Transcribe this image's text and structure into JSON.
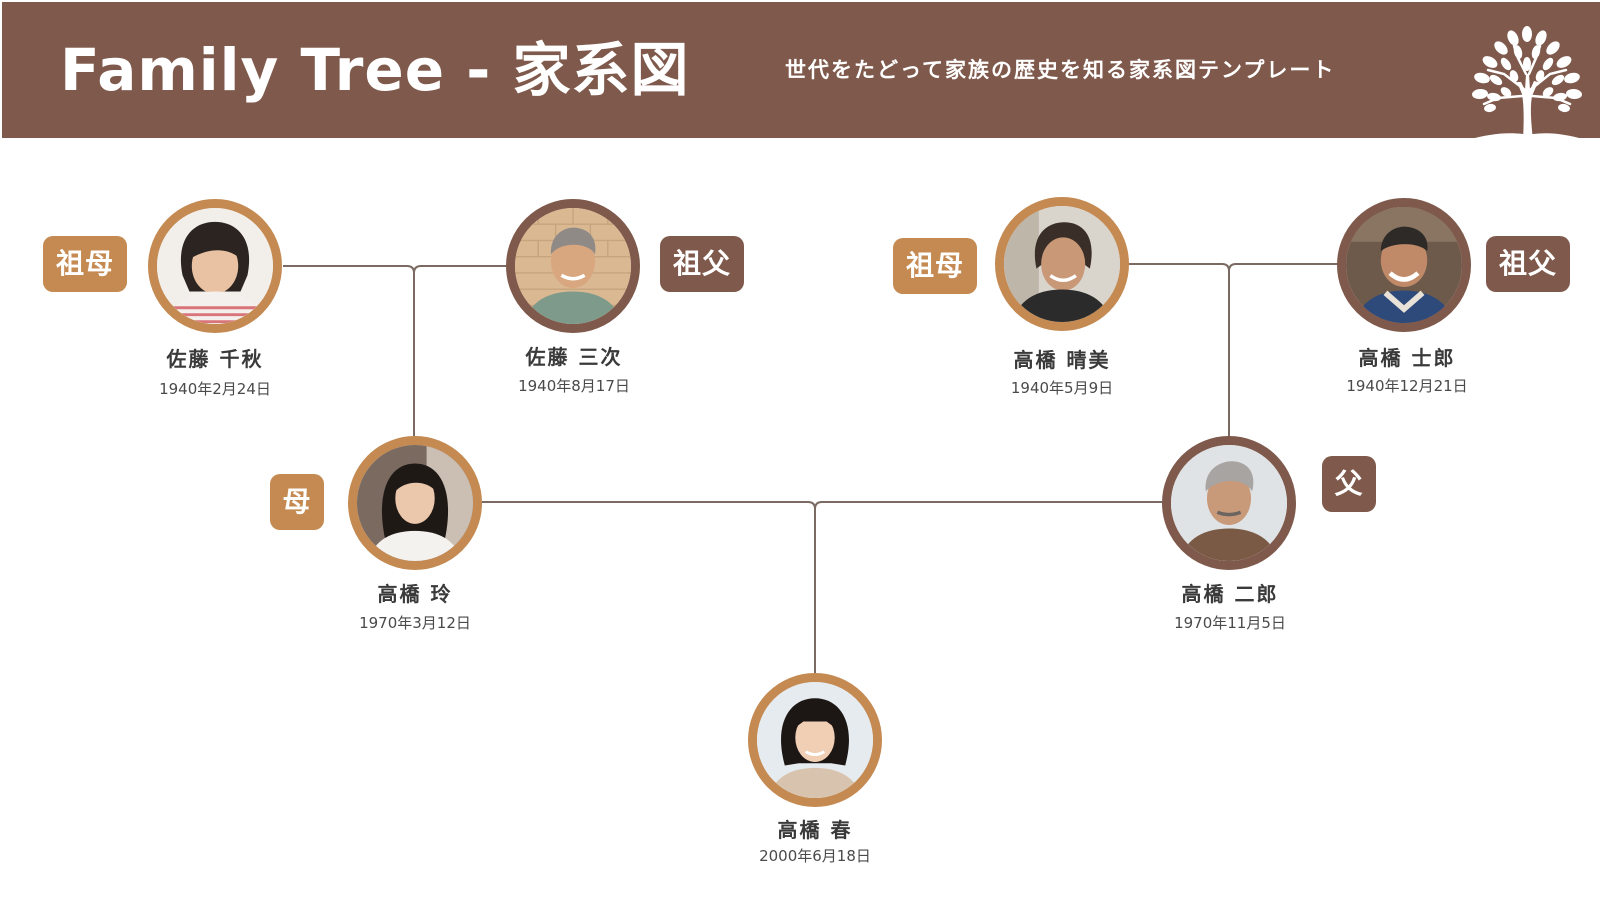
{
  "header": {
    "title": "Family Tree - 家系図",
    "subtitle": "世代をたどって家族の歴史を知る家系図テンプレート",
    "logo_icon": "tree-icon",
    "background_color": "#7f5a4c"
  },
  "colors": {
    "accent_light": "#c48a52",
    "accent_dark": "#7f5a4c",
    "connector": "#7a6a62"
  },
  "people": {
    "sato_chiaki": {
      "role": "祖母",
      "name": "佐藤 千秋",
      "birth": "1940年2月24日"
    },
    "sato_sanji": {
      "role": "祖父",
      "name": "佐藤 三次",
      "birth": "1940年8月17日"
    },
    "takahashi_harumi": {
      "role": "祖母",
      "name": "高橋 晴美",
      "birth": "1940年5月9日"
    },
    "takahashi_shiro": {
      "role": "祖父",
      "name": "高橋 士郎",
      "birth": "1940年12月21日"
    },
    "takahashi_rei": {
      "role": "母",
      "name": "高橋 玲",
      "birth": "1970年3月12日"
    },
    "takahashi_jiro": {
      "role": "父",
      "name": "高橋 二郎",
      "birth": "1970年11月5日"
    },
    "takahashi_haru": {
      "name": "高橋 春",
      "birth": "2000年6月18日"
    }
  }
}
